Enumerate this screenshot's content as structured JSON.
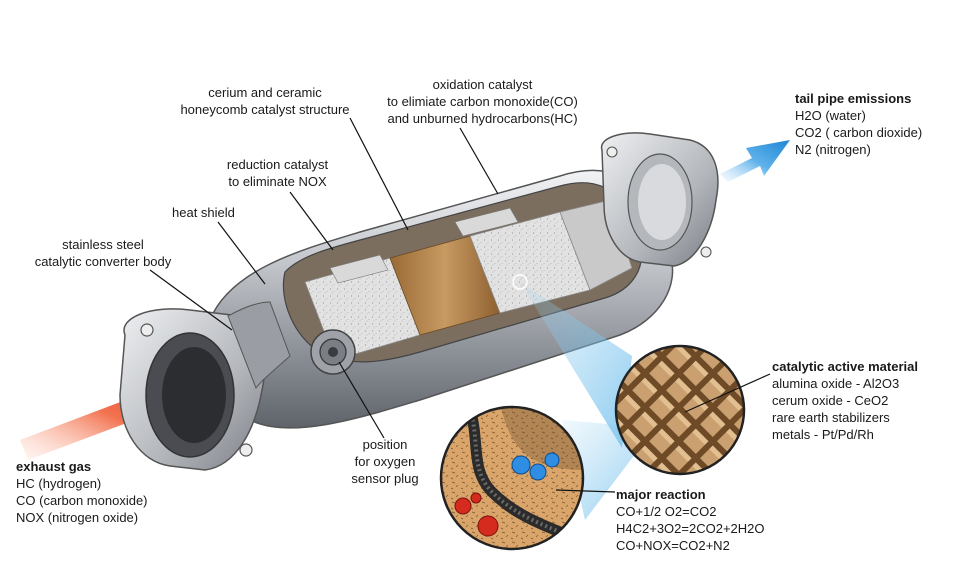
{
  "labels": {
    "honeycomb": [
      "cerium and ceramic",
      "honeycomb catalyst structure"
    ],
    "oxidation": [
      "oxidation catalyst",
      "to elimiate carbon monoxide(CO)",
      "and unburned hydrocarbons(HC)"
    ],
    "reduction": [
      "reduction catalyst",
      "to eliminate NOX"
    ],
    "heat_shield": [
      "heat shield"
    ],
    "body": [
      "stainless steel",
      "catalytic converter body"
    ],
    "sensor": [
      "position",
      "for oxygen",
      "sensor plug"
    ]
  },
  "tail_pipe": {
    "title": "tail pipe emissions",
    "items": [
      "H2O (water)",
      "CO2 ( carbon dioxide)",
      "N2 (nitrogen)"
    ]
  },
  "exhaust": {
    "title": "exhaust gas",
    "items": [
      "HC (hydrogen)",
      "CO (carbon monoxide)",
      "NOX (nitrogen oxide)"
    ]
  },
  "active_material": {
    "title": "catalytic active material",
    "items": [
      "alumina oxide - Al2O3",
      "cerum oxide - CeO2",
      "rare earth stabilizers",
      "metals - Pt/Pd/Rh"
    ]
  },
  "reaction": {
    "title": "major reaction",
    "items": [
      "CO+1/2 O2=CO2",
      "H4C2+3O2=2CO2+2H2O",
      "CO+NOX=CO2+N2"
    ]
  },
  "colors": {
    "inlet_arrow": "#e8452c",
    "outlet_arrow": "#2a8fd8",
    "metal": "#a9acb1",
    "ceramic": "#b98a52",
    "substrate": "#e4e4e4"
  }
}
